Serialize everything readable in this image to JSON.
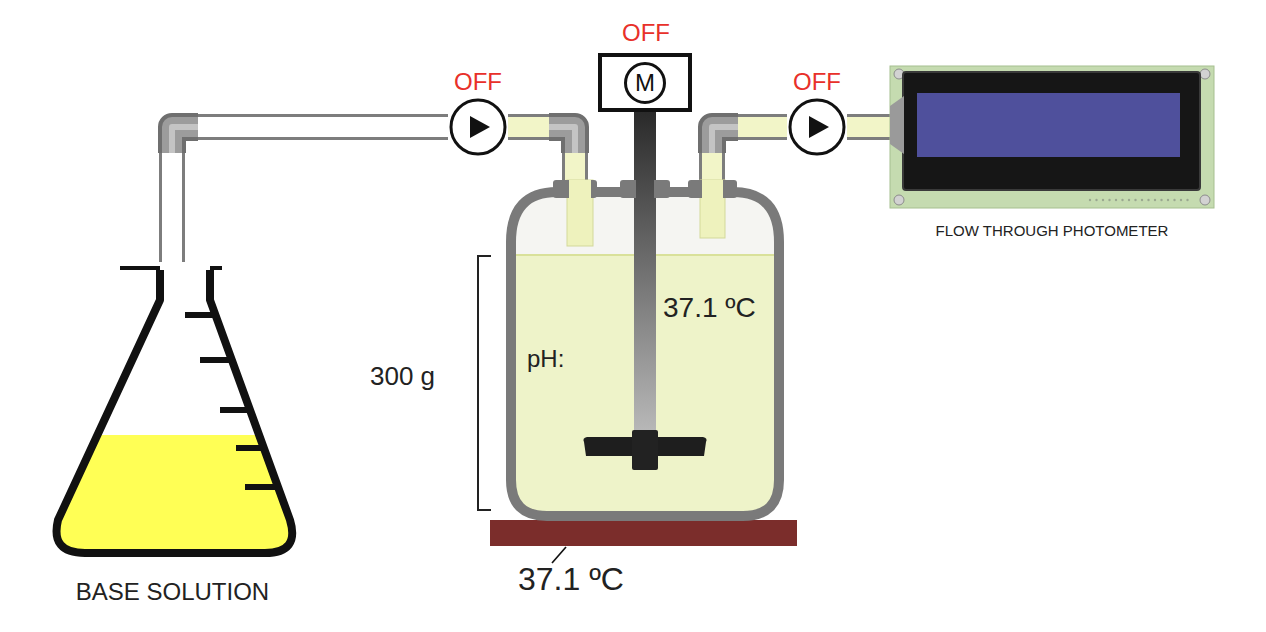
{
  "diagram": {
    "nodes": [
      {
        "text": [
          "BASE SOLUTION"
        ]
      },
      {
        "text": [
          "OFF"
        ]
      },
      {
        "text": [
          "OFF",
          "M"
        ]
      },
      {
        "text": [
          "37.1 ºC",
          "pH:"
        ]
      },
      {
        "text": [
          "OFF"
        ]
      },
      {
        "text": [
          "FLOW THROUGH PHOTOMETER"
        ]
      }
    ],
    "edges": [
      {
        "from": 0,
        "to": 1,
        "arrow": "none"
      },
      {
        "from": 1,
        "to": 3,
        "arrow": "none"
      },
      {
        "from": 3,
        "to": 4,
        "arrow": "none"
      },
      {
        "from": 4,
        "to": 5,
        "arrow": "none"
      }
    ],
    "labels": [
      "300 g",
      "37.1 ºC"
    ]
  }
}
